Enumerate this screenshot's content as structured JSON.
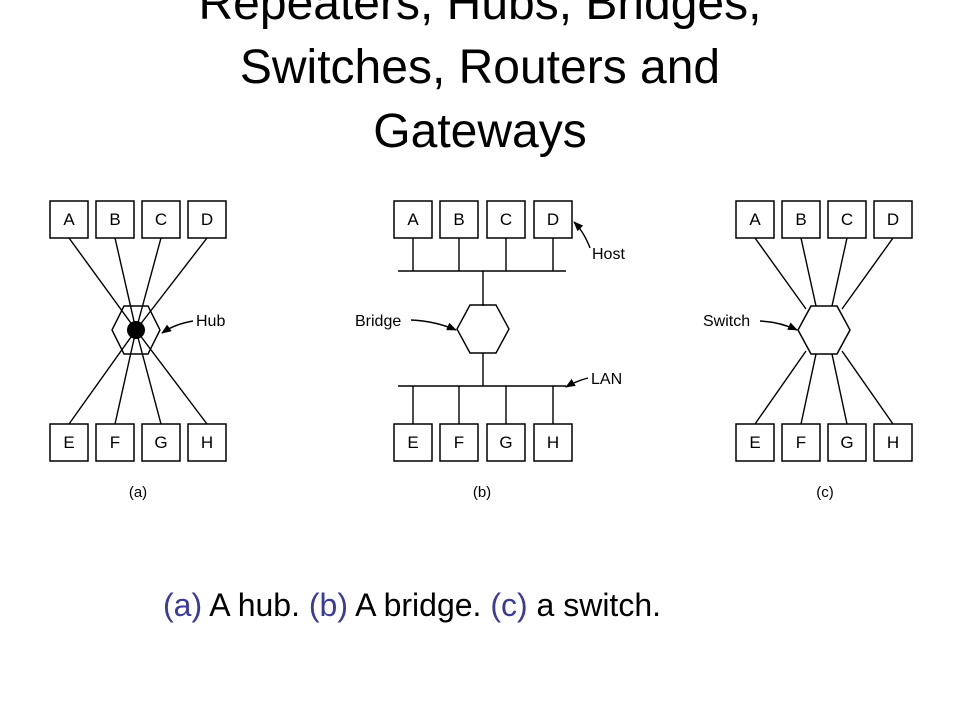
{
  "slide": {
    "title_lines": [
      "Repeaters, Hubs, Bridges,",
      "Switches, Routers and",
      "Gateways"
    ],
    "caption": [
      {
        "tag": "(a)",
        "text": " A hub.  "
      },
      {
        "tag": "(b)",
        "text": " A bridge.  "
      },
      {
        "tag": "(c)",
        "text": " a switch."
      }
    ]
  },
  "colors": {
    "caption_tag": "#3b3b9a",
    "text": "#000000"
  },
  "diagram": {
    "panels": [
      {
        "id": "a",
        "label": "(a)",
        "device": "Hub",
        "top_hosts": [
          "A",
          "B",
          "C",
          "D"
        ],
        "bottom_hosts": [
          "E",
          "F",
          "G",
          "H"
        ]
      },
      {
        "id": "b",
        "label": "(b)",
        "device": "Bridge",
        "host_pointer": "Host",
        "lan_pointer": "LAN",
        "top_hosts": [
          "A",
          "B",
          "C",
          "D"
        ],
        "bottom_hosts": [
          "E",
          "F",
          "G",
          "H"
        ]
      },
      {
        "id": "c",
        "label": "(c)",
        "device": "Switch",
        "top_hosts": [
          "A",
          "B",
          "C",
          "D"
        ],
        "bottom_hosts": [
          "E",
          "F",
          "G",
          "H"
        ]
      }
    ]
  }
}
